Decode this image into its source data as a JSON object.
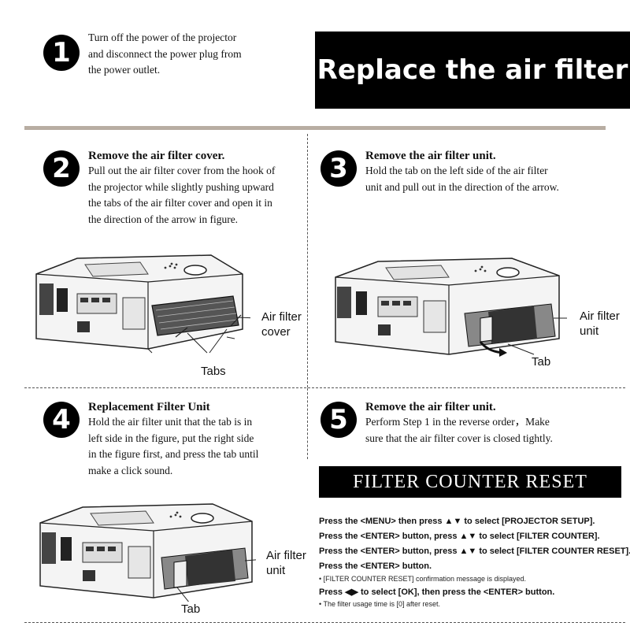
{
  "banner": {
    "title": "Replace the air filter"
  },
  "steps": [
    {
      "number": "1",
      "title": "",
      "text": "Turn off the power of the projector\nand disconnect the power plug from\nthe power outlet."
    },
    {
      "number": "2",
      "title": "Remove the air filter cover.",
      "text": "Pull out the air filter cover from the hook of\n the projector while slightly pushing upward\nthe tabs of the air filter cover and open it in\nthe direction of the arrow in figure."
    },
    {
      "number": "3",
      "title": "Remove the air filter unit.",
      "text": "Hold the tab on the left side of the air filter\nunit and pull out in the direction of the arrow."
    },
    {
      "number": "4",
      "title": "Replacement Filter Unit",
      "text": "Hold the air filter unit that the tab is in\nleft side in the figure, put the right side\nin the figure first, and press the tab until\nmake a click sound."
    },
    {
      "number": "5",
      "title": "Remove the air filter unit.",
      "text": "Perform Step 1 in the reverse order，Make\nsure that the air filter cover is closed tightly."
    }
  ],
  "figures": {
    "fig2": {
      "callout": "Air filter\ncover",
      "tabs_label": "Tabs"
    },
    "fig3": {
      "callout": "Air filter\nunit",
      "tab_label": "Tab"
    },
    "fig4": {
      "callout": "Air filter\nunit",
      "tab_label": "Tab"
    }
  },
  "reset": {
    "heading": "FILTER COUNTER RESET",
    "lines": [
      {
        "kind": "instr",
        "text": "Press the <MENU> then press ▲▼ to select [PROJECTOR SETUP]."
      },
      {
        "kind": "instr",
        "text": "Press the <ENTER> button, press ▲▼ to select [FILTER COUNTER]."
      },
      {
        "kind": "instr",
        "text": "Press the <ENTER> button, press ▲▼ to select [FILTER COUNTER RESET]."
      },
      {
        "kind": "instr",
        "text": "Press the <ENTER> button."
      },
      {
        "kind": "note",
        "text": "• [FILTER COUNTER RESET] confirmation message is displayed."
      },
      {
        "kind": "instr",
        "text": "Press ◀▶ to select [OK], then press the <ENTER> button."
      },
      {
        "kind": "note",
        "text": "• The filter usage time is [0] after reset."
      }
    ]
  }
}
